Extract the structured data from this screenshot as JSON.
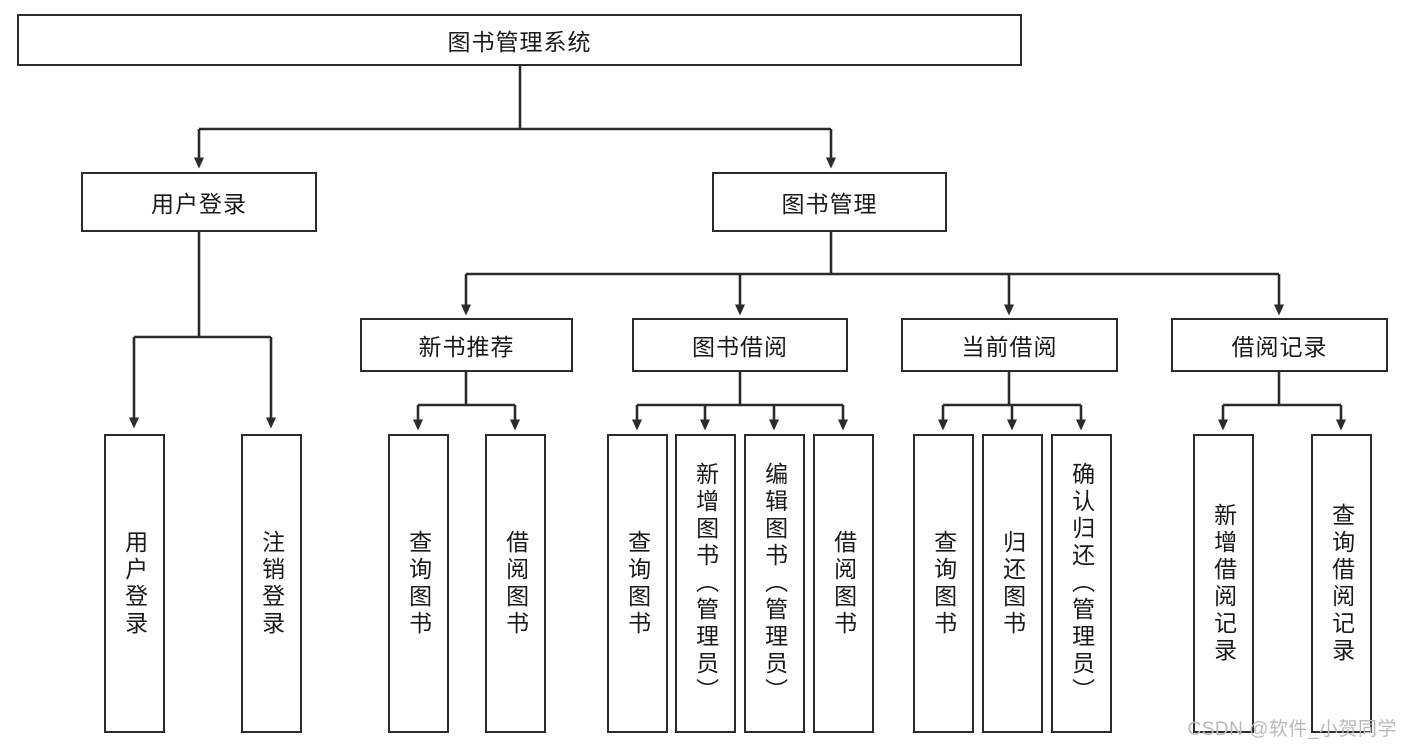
{
  "diagram": {
    "type": "tree",
    "title": "图书管理系统",
    "watermark": "CSDN @软件_小贺同学",
    "colors": {
      "stroke": "#2b2b2b",
      "fill": "#ffffff",
      "text": "#1a1a1a",
      "watermark": "#b9b9b9"
    },
    "nodes": {
      "root": "图书管理系统",
      "level2": {
        "user_login": "用户登录",
        "book_manage": "图书管理"
      },
      "level3": {
        "new_book_rec": "新书推荐",
        "book_borrow": "图书借阅",
        "current_borrow": "当前借阅",
        "borrow_record": "借阅记录"
      },
      "leaves": {
        "user_login_1": "用户登录",
        "user_login_2": "注销登录",
        "new_book_rec_1": "查询图书",
        "new_book_rec_2": "借阅图书",
        "book_borrow_1": "查询图书",
        "book_borrow_2": "新增图书（管理员）",
        "book_borrow_3": "编辑图书（管理员）",
        "book_borrow_4": "借阅图书",
        "current_borrow_1": "查询图书",
        "current_borrow_2": "归还图书",
        "current_borrow_3": "确认归还（管理员）",
        "borrow_record_1": "新增借阅记录",
        "borrow_record_2": "查询借阅记录"
      }
    }
  }
}
